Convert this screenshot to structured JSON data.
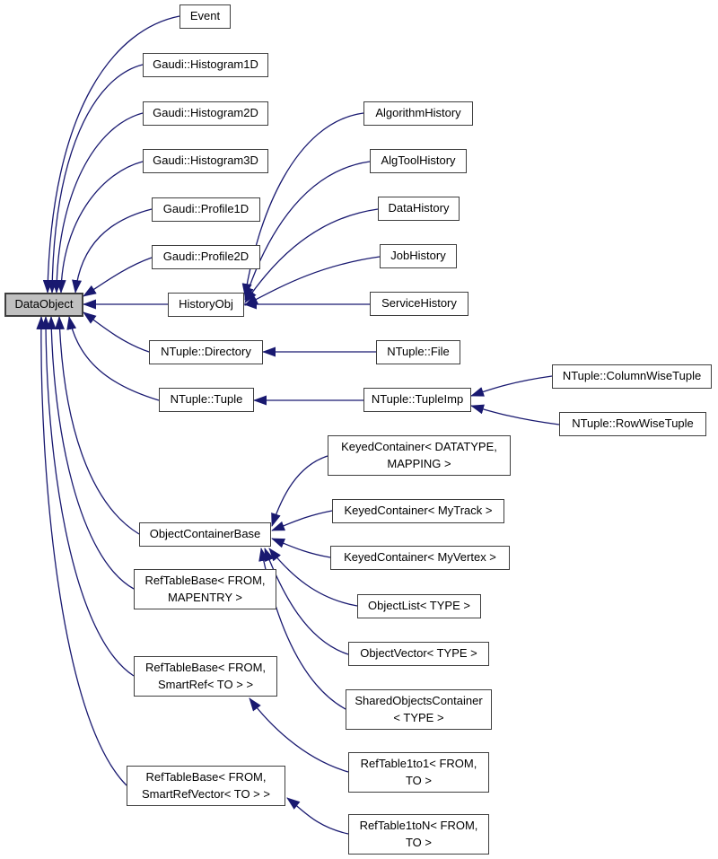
{
  "diagram": {
    "kind": "class-inheritance-graph",
    "root": "DataObject"
  },
  "style": {
    "edge_color": "#191970",
    "node_border_color": "#3e3e3e",
    "node_fill": "#ffffff",
    "highlight_fill": "#c0c0c0",
    "text_color": "#000000",
    "background": "#ffffff"
  },
  "nodes": {
    "dataObject": {
      "label": "DataObject",
      "highlighted": true
    },
    "event": {
      "label": "Event"
    },
    "histogram1d": {
      "label": "Gaudi::Histogram1D"
    },
    "histogram2d": {
      "label": "Gaudi::Histogram2D"
    },
    "histogram3d": {
      "label": "Gaudi::Histogram3D"
    },
    "profile1d": {
      "label": "Gaudi::Profile1D"
    },
    "profile2d": {
      "label": "Gaudi::Profile2D"
    },
    "historyObj": {
      "label": "HistoryObj"
    },
    "ntupleDirectory": {
      "label": "NTuple::Directory"
    },
    "ntupleTuple": {
      "label": "NTuple::Tuple"
    },
    "objectContainerBase": {
      "label": "ObjectContainerBase"
    },
    "refTableBaseMapentry": {
      "label": "RefTableBase< FROM,\nMAPENTRY >"
    },
    "refTableBaseSmartRef": {
      "label": "RefTableBase< FROM,\nSmartRef< TO > >"
    },
    "refTableBaseSmartRefVector": {
      "label": "RefTableBase< FROM,\nSmartRefVector< TO > >"
    },
    "algorithmHistory": {
      "label": "AlgorithmHistory"
    },
    "algToolHistory": {
      "label": "AlgToolHistory"
    },
    "dataHistory": {
      "label": "DataHistory"
    },
    "jobHistory": {
      "label": "JobHistory"
    },
    "serviceHistory": {
      "label": "ServiceHistory"
    },
    "ntupleFile": {
      "label": "NTuple::File"
    },
    "ntupleTupleImp": {
      "label": "NTuple::TupleImp"
    },
    "ntupleColumnWiseTuple": {
      "label": "NTuple::ColumnWiseTuple"
    },
    "ntupleRowWiseTuple": {
      "label": "NTuple::RowWiseTuple"
    },
    "keyedContainerDatatypeMapping": {
      "label": "KeyedContainer< DATATYPE,\nMAPPING >"
    },
    "keyedContainerMyTrack": {
      "label": "KeyedContainer< MyTrack >"
    },
    "keyedContainerMyVertex": {
      "label": "KeyedContainer< MyVertex >"
    },
    "objectListType": {
      "label": "ObjectList< TYPE >"
    },
    "objectVectorType": {
      "label": "ObjectVector< TYPE >"
    },
    "sharedObjectsContainerType": {
      "label": "SharedObjectsContainer\n< TYPE >"
    },
    "refTable1to1": {
      "label": "RefTable1to1< FROM,\nTO >"
    },
    "refTable1toN": {
      "label": "RefTable1toN< FROM,\nTO >"
    }
  },
  "edges": [
    {
      "from": "Event",
      "to": "DataObject"
    },
    {
      "from": "Gaudi::Histogram1D",
      "to": "DataObject"
    },
    {
      "from": "Gaudi::Histogram2D",
      "to": "DataObject"
    },
    {
      "from": "Gaudi::Histogram3D",
      "to": "DataObject"
    },
    {
      "from": "Gaudi::Profile1D",
      "to": "DataObject"
    },
    {
      "from": "Gaudi::Profile2D",
      "to": "DataObject"
    },
    {
      "from": "HistoryObj",
      "to": "DataObject"
    },
    {
      "from": "NTuple::Directory",
      "to": "DataObject"
    },
    {
      "from": "NTuple::Tuple",
      "to": "DataObject"
    },
    {
      "from": "ObjectContainerBase",
      "to": "DataObject"
    },
    {
      "from": "RefTableBase< FROM, MAPENTRY >",
      "to": "DataObject"
    },
    {
      "from": "RefTableBase< FROM, SmartRef< TO > >",
      "to": "DataObject"
    },
    {
      "from": "RefTableBase< FROM, SmartRefVector< TO > >",
      "to": "DataObject"
    },
    {
      "from": "AlgorithmHistory",
      "to": "HistoryObj"
    },
    {
      "from": "AlgToolHistory",
      "to": "HistoryObj"
    },
    {
      "from": "DataHistory",
      "to": "HistoryObj"
    },
    {
      "from": "JobHistory",
      "to": "HistoryObj"
    },
    {
      "from": "ServiceHistory",
      "to": "HistoryObj"
    },
    {
      "from": "NTuple::File",
      "to": "NTuple::Directory"
    },
    {
      "from": "NTuple::TupleImp",
      "to": "NTuple::Tuple"
    },
    {
      "from": "NTuple::ColumnWiseTuple",
      "to": "NTuple::TupleImp"
    },
    {
      "from": "NTuple::RowWiseTuple",
      "to": "NTuple::TupleImp"
    },
    {
      "from": "KeyedContainer< DATATYPE, MAPPING >",
      "to": "ObjectContainerBase"
    },
    {
      "from": "KeyedContainer< MyTrack >",
      "to": "ObjectContainerBase"
    },
    {
      "from": "KeyedContainer< MyVertex >",
      "to": "ObjectContainerBase"
    },
    {
      "from": "ObjectList< TYPE >",
      "to": "ObjectContainerBase"
    },
    {
      "from": "ObjectVector< TYPE >",
      "to": "ObjectContainerBase"
    },
    {
      "from": "SharedObjectsContainer< TYPE >",
      "to": "ObjectContainerBase"
    },
    {
      "from": "RefTable1to1< FROM, TO >",
      "to": "RefTableBase< FROM, SmartRef< TO > >"
    },
    {
      "from": "RefTable1toN< FROM, TO >",
      "to": "RefTableBase< FROM, SmartRefVector< TO > >"
    }
  ]
}
